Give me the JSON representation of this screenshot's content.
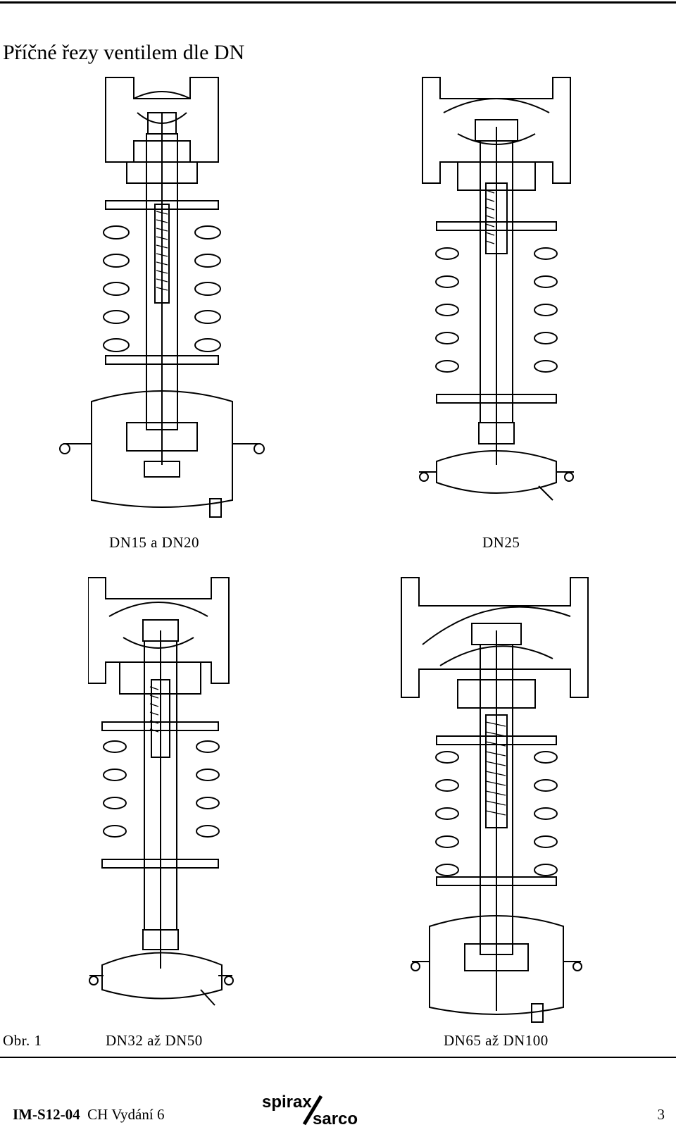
{
  "page": {
    "title": "Příčné řezy ventilem dle DN",
    "figure_label": "Obr. 1",
    "doc_code": "IM-S12-04",
    "edition": "CH Vydání 6",
    "page_number": "3"
  },
  "figures": [
    {
      "caption": "DN15 a DN20"
    },
    {
      "caption": "DN25"
    },
    {
      "caption": "DN32 až DN50"
    },
    {
      "caption": "DN65 až DN100"
    }
  ],
  "brand": {
    "top": "spirax",
    "bottom": "sarco"
  }
}
